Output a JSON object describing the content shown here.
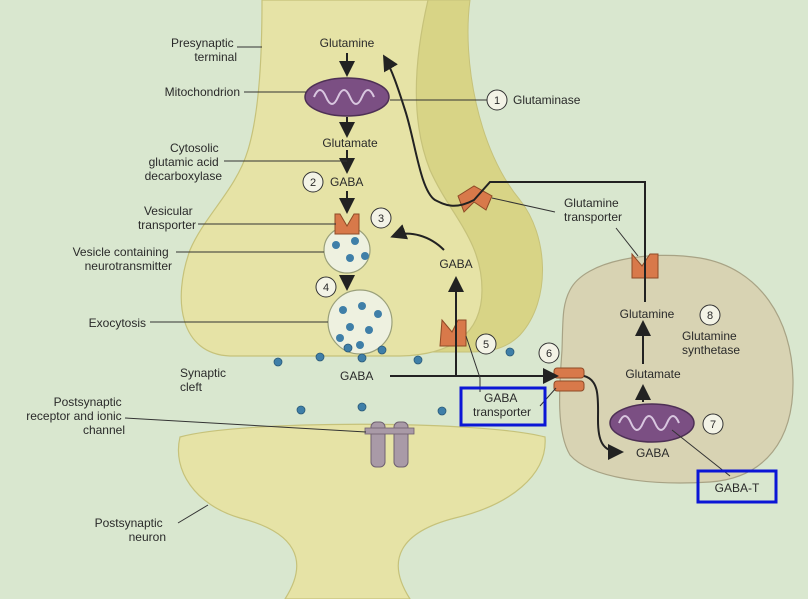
{
  "labels": {
    "presynaptic_terminal": [
      "Presynaptic",
      "terminal"
    ],
    "glutamine_top": "Glutamine",
    "mitochondrion": "Mitochondrion",
    "glutaminase": "Glutaminase",
    "glutamate_top": "Glutamate",
    "cytosolic_gad": [
      "Cytosolic",
      "glutamic acid",
      "decarboxylase"
    ],
    "gaba_2": "GABA",
    "vesicular_transporter": [
      "Vesicular",
      "transporter"
    ],
    "vesicle_containing": [
      "Vesicle containing",
      "neurotransmitter"
    ],
    "exocytosis": "Exocytosis",
    "glutamine_transporter": [
      "Glutamine",
      "transporter"
    ],
    "gaba_reuptake": "GABA",
    "synaptic_cleft": [
      "Synaptic",
      "cleft"
    ],
    "gaba_cleft": "GABA",
    "gaba_transporter": [
      "GABA",
      "transporter"
    ],
    "postsynaptic_receptor": [
      "Postsynaptic",
      "receptor and ionic",
      "channel"
    ],
    "postsynaptic_neuron": [
      "Postsynaptic",
      "neuron"
    ],
    "glutamine_glia": "Glutamine",
    "glutamine_synthetase": [
      "Glutamine",
      "synthetase"
    ],
    "glutamate_glia": "Glutamate",
    "gaba_glia": "GABA",
    "gaba_t": "GABA-T"
  },
  "steps": [
    "1",
    "2",
    "3",
    "4",
    "5",
    "6",
    "7",
    "8"
  ],
  "colors": {
    "background": "#d9e7cf",
    "neuron_fill": "#e6e3a6",
    "neuron_edge": "#c6c27a",
    "glia_fill": "#d8d3b3",
    "membrane_band": "#d8d486",
    "transporter": "#d8794a",
    "mitochondrion": "#7b4f83",
    "receptor": "#a99aa7",
    "vesicle_dot": "#3f7fa8",
    "highlight_box": "#0b16d6"
  }
}
